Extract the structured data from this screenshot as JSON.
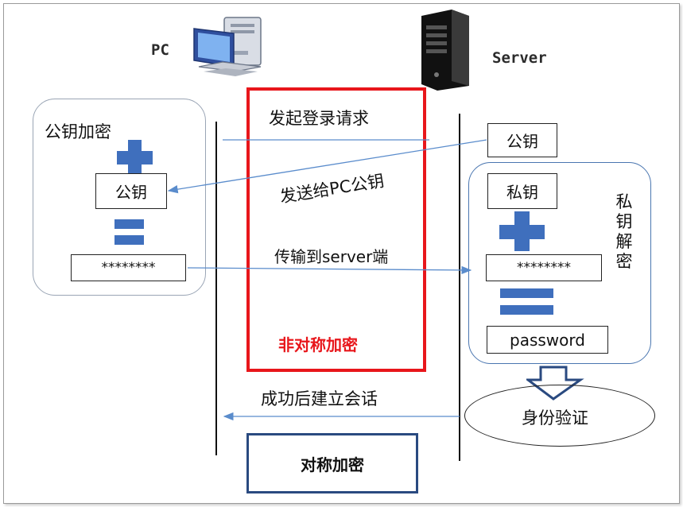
{
  "pc_label": "PC",
  "server_label": "Server",
  "left_group": {
    "title": "公钥加密",
    "key_box": "公钥",
    "cipher_box": "********"
  },
  "right_group": {
    "top_key": "公钥",
    "title": "私钥解密",
    "title_chars": [
      "私",
      "钥",
      "解",
      "密"
    ],
    "key_box": "私钥",
    "cipher_box": "********",
    "plain_box": "password"
  },
  "middle": {
    "step1": "发起登录请求",
    "step2": "发送给PC公钥",
    "step3": "传输到server端",
    "asym_label": "非对称加密",
    "session": "成功后建立会话",
    "sym_label": "对称加密"
  },
  "verify": "身份验证",
  "colors": {
    "accent_blue": "#3f6fbd",
    "red": "#e8161b",
    "navy": "#2a4a80",
    "arrow": "#5a8ccc"
  }
}
